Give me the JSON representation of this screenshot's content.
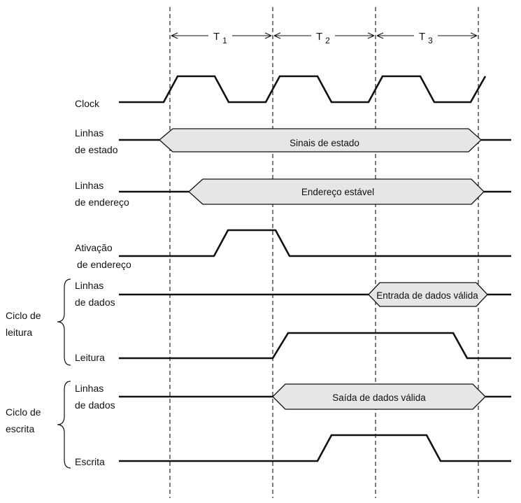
{
  "periods": [
    {
      "base": "T",
      "sub": "1"
    },
    {
      "base": "T",
      "sub": "2"
    },
    {
      "base": "T",
      "sub": "3"
    }
  ],
  "signals": {
    "clock": "Clock",
    "status_lines": [
      "Linhas",
      "de estado"
    ],
    "address_lines": [
      "Linhas",
      "de endereço"
    ],
    "address_enable": [
      "Ativação",
      "de endereço"
    ],
    "read_data_lines": [
      "Linhas",
      "de dados"
    ],
    "read": "Leitura",
    "write_data_lines": [
      "Linhas",
      "de dados"
    ],
    "write": "Escrita"
  },
  "groups": {
    "read_cycle": [
      "Ciclo de",
      "leitura"
    ],
    "write_cycle": [
      "Ciclo de",
      "escrita"
    ]
  },
  "bus_labels": {
    "status": "Sinais de estado",
    "address": "Endereço estável",
    "data_in": "Entrada de dados válida",
    "data_out": "Saída de dados válida"
  }
}
